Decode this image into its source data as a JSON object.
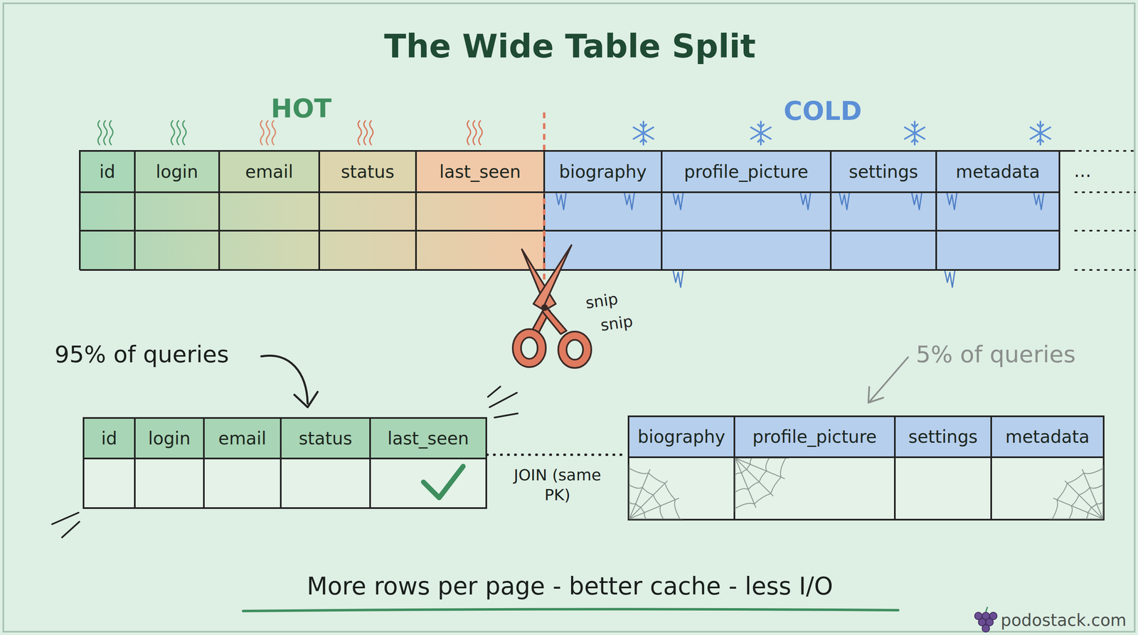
{
  "diagram": {
    "title": "The Wide Table Split",
    "caption": "More rows per page - better cache - less I/O",
    "nodes": [
      {
        "text": [
          "id"
        ]
      },
      {
        "text": [
          "login"
        ]
      },
      {
        "text": [
          "email"
        ]
      },
      {
        "text": [
          "status"
        ]
      },
      {
        "text": [
          "last_seen"
        ]
      },
      {
        "text": [
          "biography"
        ]
      },
      {
        "text": [
          "profile_picture"
        ]
      },
      {
        "text": [
          "settings"
        ]
      },
      {
        "text": [
          "metadata"
        ]
      },
      {
        "text": [
          "id"
        ]
      },
      {
        "text": [
          "login"
        ]
      },
      {
        "text": [
          "email"
        ]
      },
      {
        "text": [
          "status"
        ]
      },
      {
        "text": [
          "last_seen"
        ]
      },
      {
        "text": [
          "biography"
        ]
      },
      {
        "text": [
          "profile_picture"
        ]
      },
      {
        "text": [
          "settings"
        ]
      },
      {
        "text": [
          "metadata"
        ]
      }
    ],
    "edges": [
      {
        "from": 13,
        "to": 14,
        "arrow": "none",
        "label": "JOIN (same PK)"
      }
    ],
    "labels": [
      "HOT",
      "COLD",
      "...",
      "snip",
      "snip",
      "95% of queries",
      "5% of queries",
      "podostack.com"
    ]
  }
}
